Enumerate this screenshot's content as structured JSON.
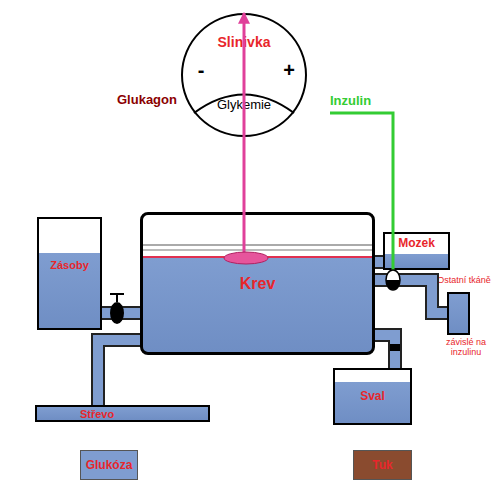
{
  "diagram": {
    "nodes": [
      {
        "text": [
          "Slinivka",
          "-",
          "+"
        ]
      },
      {
        "text": [
          "Glykemie"
        ],
        "in": 0
      },
      {
        "text": [
          "Krev"
        ]
      },
      {
        "text": [
          "Zásoby"
        ]
      },
      {
        "text": [
          "Střevo"
        ]
      },
      {
        "text": [
          "Mozek"
        ]
      },
      {
        "text": [
          "Ostatní tkáně",
          "závislé na inzulinu"
        ]
      },
      {
        "text": [
          "Sval"
        ]
      }
    ],
    "edges": [
      {
        "from": 2,
        "to": 0,
        "arrow": "to"
      },
      {
        "from": 3,
        "to": 2,
        "arrow": "none"
      },
      {
        "from": 4,
        "to": 2,
        "arrow": "none"
      },
      {
        "from": 2,
        "to": 5,
        "arrow": "none"
      },
      {
        "from": 2,
        "to": 6,
        "arrow": "none"
      },
      {
        "from": 2,
        "to": 7,
        "arrow": "none"
      }
    ],
    "labels": [
      "Glukagon",
      "Inzulin"
    ],
    "legend": [
      {
        "text": "Glukóza",
        "color": "#7f9dd0"
      },
      {
        "text": "Tuk",
        "color": "#8a4b2f"
      }
    ]
  }
}
